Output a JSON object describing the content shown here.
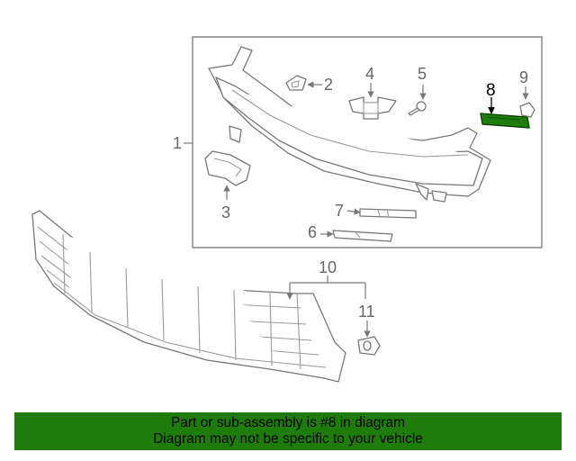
{
  "callouts": {
    "c1": "1",
    "c2": "2",
    "c3": "3",
    "c4": "4",
    "c5": "5",
    "c6": "6",
    "c7": "7",
    "c8": "8",
    "c9": "9",
    "c10": "10",
    "c11": "11"
  },
  "highlight": {
    "part_number": "8",
    "color": "#1e7d0a"
  },
  "banner": {
    "line1": "Part or sub-assembly is #8 in diagram",
    "line2": "Diagram may not be specific to your vehicle",
    "color": "#1e7d0a"
  }
}
